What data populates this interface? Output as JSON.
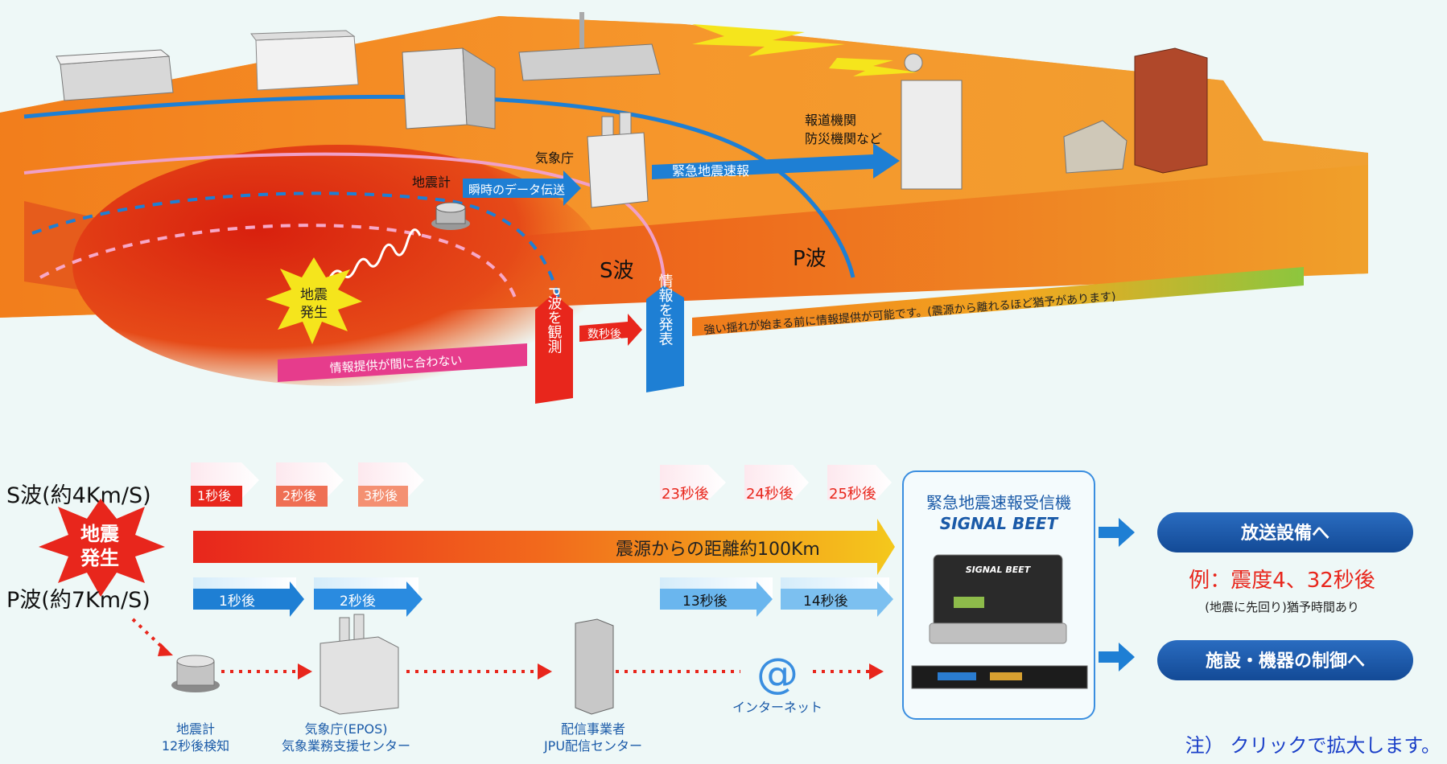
{
  "scene": {
    "seismometer_label": "地震計",
    "jma_label": "気象庁",
    "media_label_line1": "報道機関",
    "media_label_line2": "防災機関など",
    "data_transfer": "瞬時のデータ伝送",
    "eew_arrow": "緊急地震速報",
    "s_wave": "S波",
    "p_wave": "P波",
    "quake_line1": "地震",
    "quake_line2": "発生",
    "too_late": "情報提供が間に合わない",
    "p_observe": "P波を観測",
    "few_seconds": "数秒後",
    "info_issue": "情報を発表",
    "possible": "強い揺れが始まる前に情報提供が可能です。(震源から離れるほど猶予があります)"
  },
  "timeline": {
    "s_label": "S波(約4Km/S)",
    "p_label": "P波(約7Km/S)",
    "quake_line1": "地震",
    "quake_line2": "発生",
    "s_steps": [
      "1秒後",
      "2秒後",
      "3秒後",
      "23秒後",
      "24秒後",
      "25秒後"
    ],
    "p_steps": [
      "1秒後",
      "2秒後",
      "13秒後",
      "14秒後"
    ],
    "distance": "震源からの距離約100Km",
    "chain": {
      "seismometer_1": "地震計",
      "seismometer_2": "12秒後検知",
      "jma_1": "気象庁(EPOS)",
      "jma_2": "気象業務支援センター",
      "dist_1": "配信事業者",
      "dist_2": "JPU配信センター",
      "at_symbol": "@",
      "internet": "インターネット"
    },
    "receiver_title": "緊急地震速報受信機",
    "receiver_brand": "SIGNAL BEET",
    "device_brand": "SIGNAL BEET",
    "broadcast_button": "放送設備へ",
    "example": "例：震度4、32秒後",
    "example_sub": "(地震に先回り)猶予時間あり",
    "control_button": "施設・機器の制御へ"
  },
  "footer_note": "注） クリックで拡大します。",
  "colors": {
    "blue": "#1e7fd4",
    "pink": "#e63c8c",
    "red": "#e8261c",
    "navy": "#1a5aa8",
    "orange": "#f08a1c"
  }
}
